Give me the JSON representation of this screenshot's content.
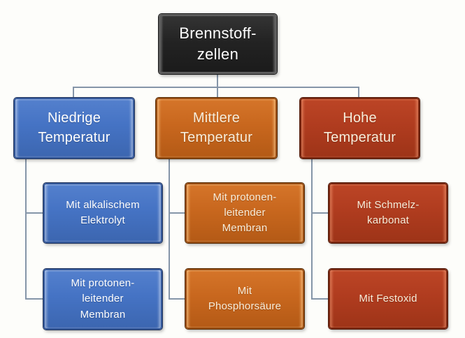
{
  "page": {
    "background_color": "#fdfdfa"
  },
  "diagram": {
    "type": "hierarchy",
    "connector_color": "#8595a8",
    "root": {
      "label": "Brennstoff-\nzellen",
      "fill": "#242424",
      "border": "#5e5e5e",
      "text_color": "#ffffff"
    },
    "branches": [
      {
        "label": "Niedrige\nTemperatur",
        "fill": "#4573c4",
        "border": "#35599b",
        "text_color": "#ffffff",
        "children": [
          {
            "label": "Mit alkalischem\nElektrolyt"
          },
          {
            "label": "Mit protonen-\nleitender\nMembran"
          }
        ]
      },
      {
        "label": "Mittlere\nTemperatur",
        "fill": "#c8671e",
        "border": "#9a4e13",
        "text_color": "#f8edda",
        "children": [
          {
            "label": "Mit protonen-\nleitender\nMembran"
          },
          {
            "label": "Mit\nPhosphorsäure"
          }
        ]
      },
      {
        "label": "Hohe\nTemperatur",
        "fill": "#b03c1f",
        "border": "#7c2811",
        "text_color": "#f8edda",
        "children": [
          {
            "label": "Mit Schmelz-\nkarbonat"
          },
          {
            "label": "Mit Festoxid"
          }
        ]
      }
    ]
  }
}
